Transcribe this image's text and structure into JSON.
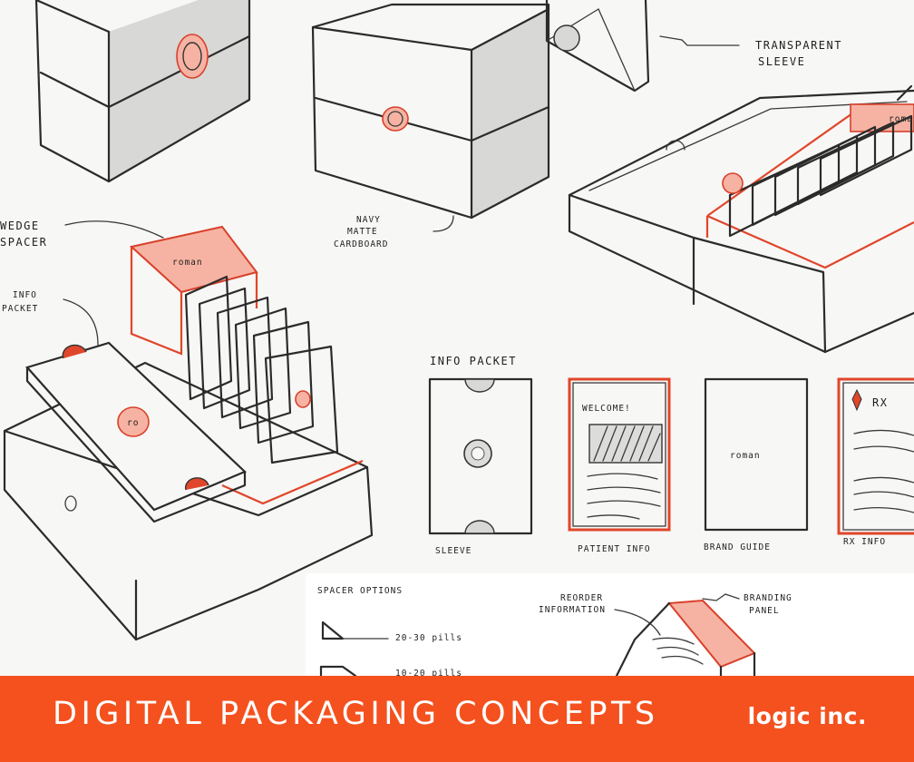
{
  "banner": {
    "title": "DIGITAL PACKAGING CONCEPTS",
    "brand": "logic inc."
  },
  "annotations": {
    "transparent_sleeve_1": "TRANSPARENT",
    "transparent_sleeve_2": "SLEEVE",
    "wedge_spacer_1": "WEDGE",
    "wedge_spacer_2": "SPACER",
    "navy_matte_1": "NAVY",
    "navy_matte_2": "MATTE",
    "navy_matte_3": "CARDBOARD",
    "info_packet_1": "INFO",
    "info_packet_2": "PACKET",
    "info_packet_heading": "INFO PACKET",
    "sleeve_caption": "SLEEVE",
    "patient_info_caption": "PATIENT INFO",
    "brand_guide_caption": "BRAND GUIDE",
    "rx_info_caption": "RX INFO",
    "welcome": "WELCOME!",
    "brand_word": "roman",
    "rx": "RX",
    "spacer_options": "SPACER OPTIONS",
    "spacer_20_30": "20-30 pills",
    "spacer_10_20": "10-20 pills",
    "reorder_1": "REORDER",
    "reorder_2": "INFORMATION",
    "branding_1": "BRANDING",
    "branding_2": "PANEL",
    "tab_ro": "ro",
    "lid_label": "roma"
  },
  "colors": {
    "banner": "#f4511e",
    "accent_red": "#e0462a",
    "ink": "#2b2b2b"
  }
}
